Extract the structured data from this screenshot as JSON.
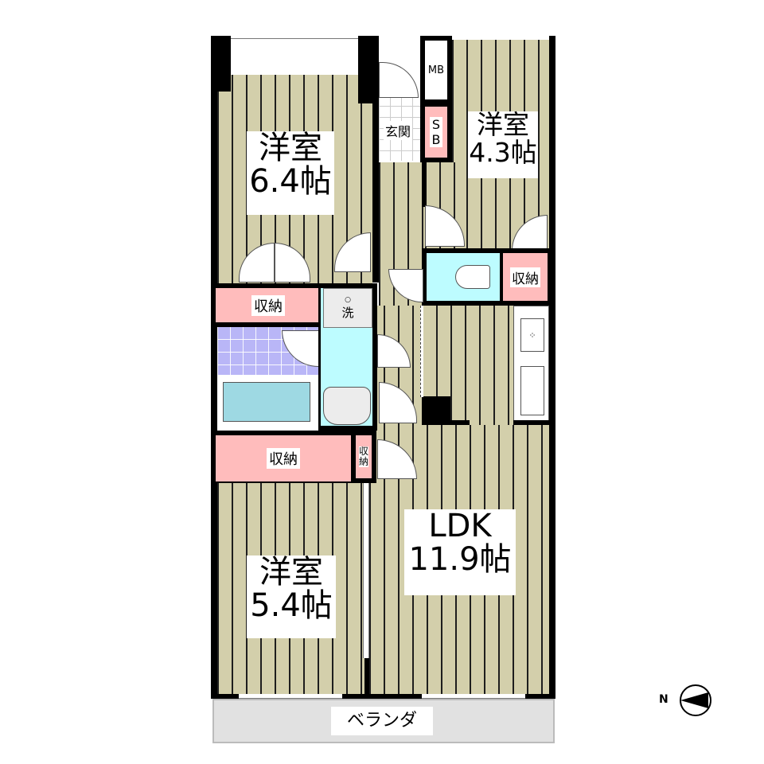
{
  "floorplan": {
    "rooms": {
      "western_room_1": {
        "name": "洋室",
        "size": "6.4帖"
      },
      "western_room_2": {
        "name": "洋室",
        "size": "4.3帖"
      },
      "western_room_3": {
        "name": "洋室",
        "size": "5.4帖"
      },
      "ldk": {
        "name": "LDK",
        "size": "11.9帖"
      },
      "entrance": {
        "name": "玄関"
      },
      "meter_box": {
        "name": "MB"
      },
      "shoe_box": {
        "name": "S\nB",
        "line1": "S",
        "line2": "B"
      },
      "storage_1": {
        "name": "収納"
      },
      "storage_2": {
        "name": "収納"
      },
      "storage_3": {
        "name": "収納"
      },
      "storage_small": {
        "line1": "収",
        "line2": "納"
      },
      "washer": {
        "name": "洗"
      },
      "veranda": {
        "name": "ベランダ"
      }
    },
    "compass": {
      "label": "N",
      "icon": "north-arrow-icon"
    },
    "colors": {
      "floor": "#d3cfab",
      "storage": "#ffbcbc",
      "wet_area": "#bdfcff",
      "bath_tile": "#b9b6f7",
      "veranda": "#e1e1e1",
      "wall": "#000000"
    }
  }
}
